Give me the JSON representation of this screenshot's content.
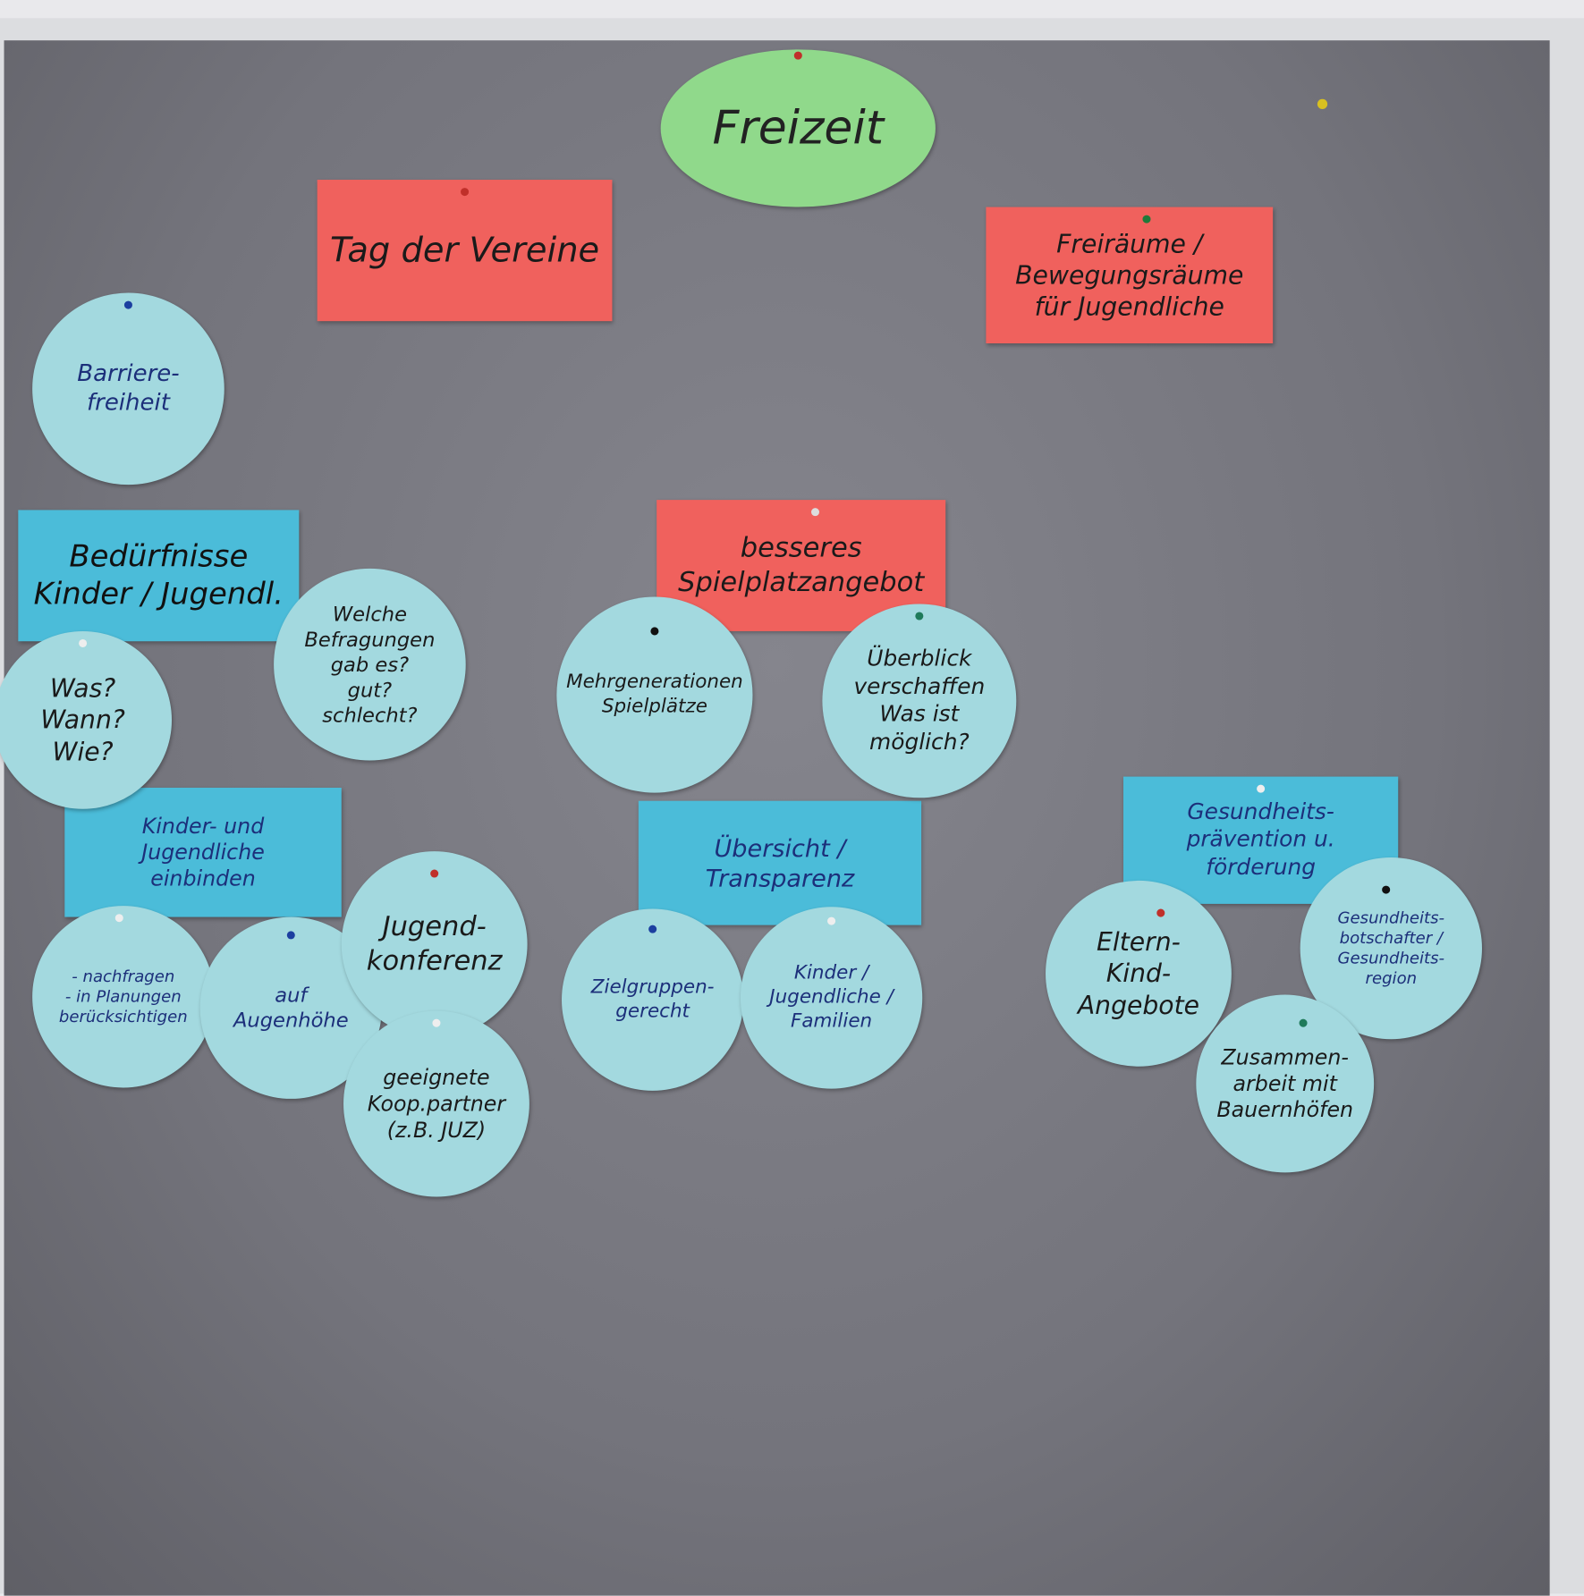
{
  "title": "Freizeit",
  "colors": {
    "board": "#76767e",
    "red_card": "#f0615d",
    "blue_card": "#4bbcd9",
    "light_blue_circle": "#a3d9df",
    "title_ellipse": "#90d98b"
  },
  "red_cards": [
    {
      "text": "Tag der Vereine"
    },
    {
      "text": "Freiräume /\nBewegungsräume\nfür Jugendliche"
    },
    {
      "text": "besseres\nSpielplatzangebot"
    }
  ],
  "blue_cards": [
    {
      "text": "Bedürfnisse\nKinder / Jugendl."
    },
    {
      "text": "Kinder- und\nJugendliche\neinbinden"
    },
    {
      "text": "Übersicht /\nTransparenz"
    },
    {
      "text": "Gesundheits-\nprävention u.\nförderung"
    }
  ],
  "circles": [
    {
      "text": "Barriere-\nfreiheit"
    },
    {
      "text": "Was?\nWann?\nWie?"
    },
    {
      "text": "Welche\nBefragungen\ngab es?\ngut?\nschlecht?"
    },
    {
      "text": "Mehrgenerationen\nSpielplätze"
    },
    {
      "text": "Überblick\nverschaffen\nWas ist\nmöglich?"
    },
    {
      "text": "- nachfragen\n- in Planungen\nberücksichtigen"
    },
    {
      "text": "auf\nAugenhöhe"
    },
    {
      "text": "Jugend-\nkonferenz"
    },
    {
      "text": "geeignete\nKoop.partner\n(z.B. JUZ)"
    },
    {
      "text": "Zielgruppen-\ngerecht"
    },
    {
      "text": "Kinder /\nJugendliche /\nFamilien"
    },
    {
      "text": "Eltern-\nKind-\nAngebote"
    },
    {
      "text": "Gesundheits-\nbotschafter /\nGesundheits-\nregion"
    },
    {
      "text": "Zusammen-\narbeit mit\nBauernhöfen"
    }
  ]
}
